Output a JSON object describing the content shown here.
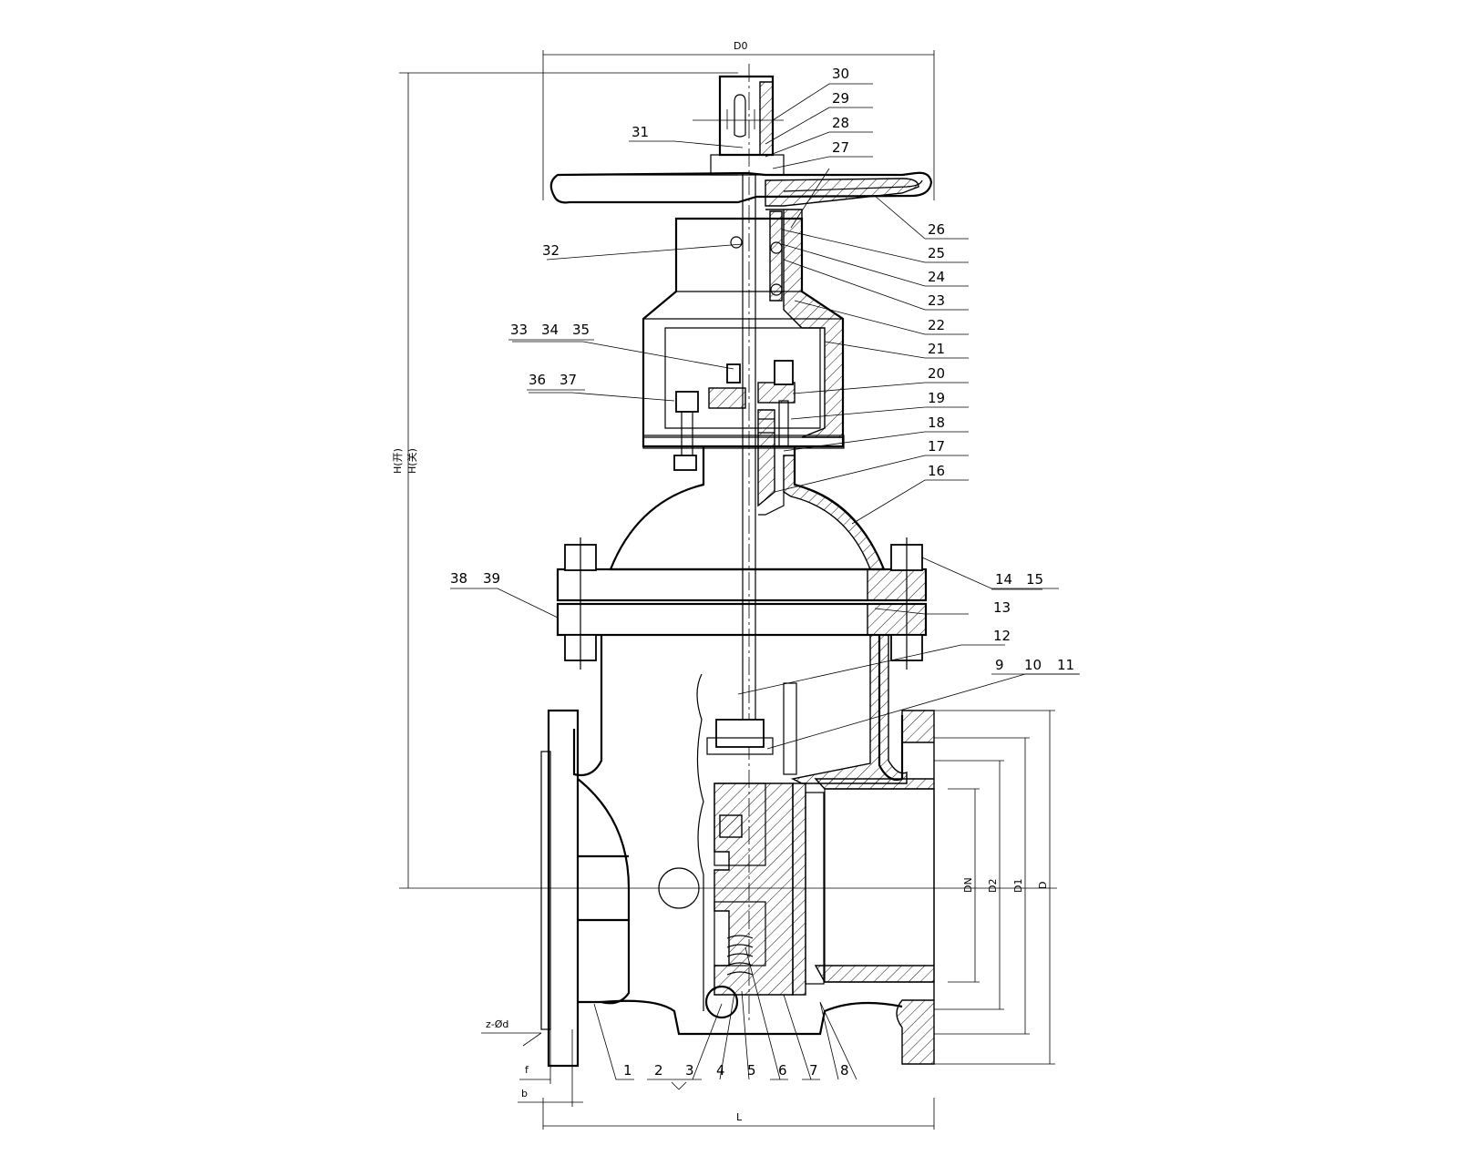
{
  "part_numbers": {
    "right": [
      "30",
      "29",
      "28",
      "27",
      "26",
      "25",
      "24",
      "23",
      "22",
      "21",
      "20",
      "19",
      "18",
      "17",
      "16"
    ],
    "right_lower": [
      "14",
      "15",
      "13",
      "12",
      "9",
      "10",
      "11"
    ],
    "left": [
      "31",
      "32",
      "33",
      "34",
      "35",
      "36",
      "37",
      "38",
      "39"
    ],
    "bottom": [
      "1",
      "2",
      "3",
      "4",
      "5",
      "6",
      "7",
      "8"
    ]
  },
  "dimensions": {
    "top": "D0",
    "bottom": "L",
    "left_height_1": "H(开)",
    "left_height_2": "H(关)",
    "right": [
      "DN",
      "D2",
      "D1",
      "D"
    ],
    "flange_holes": "z-Ød",
    "f": "f",
    "b": "b"
  }
}
